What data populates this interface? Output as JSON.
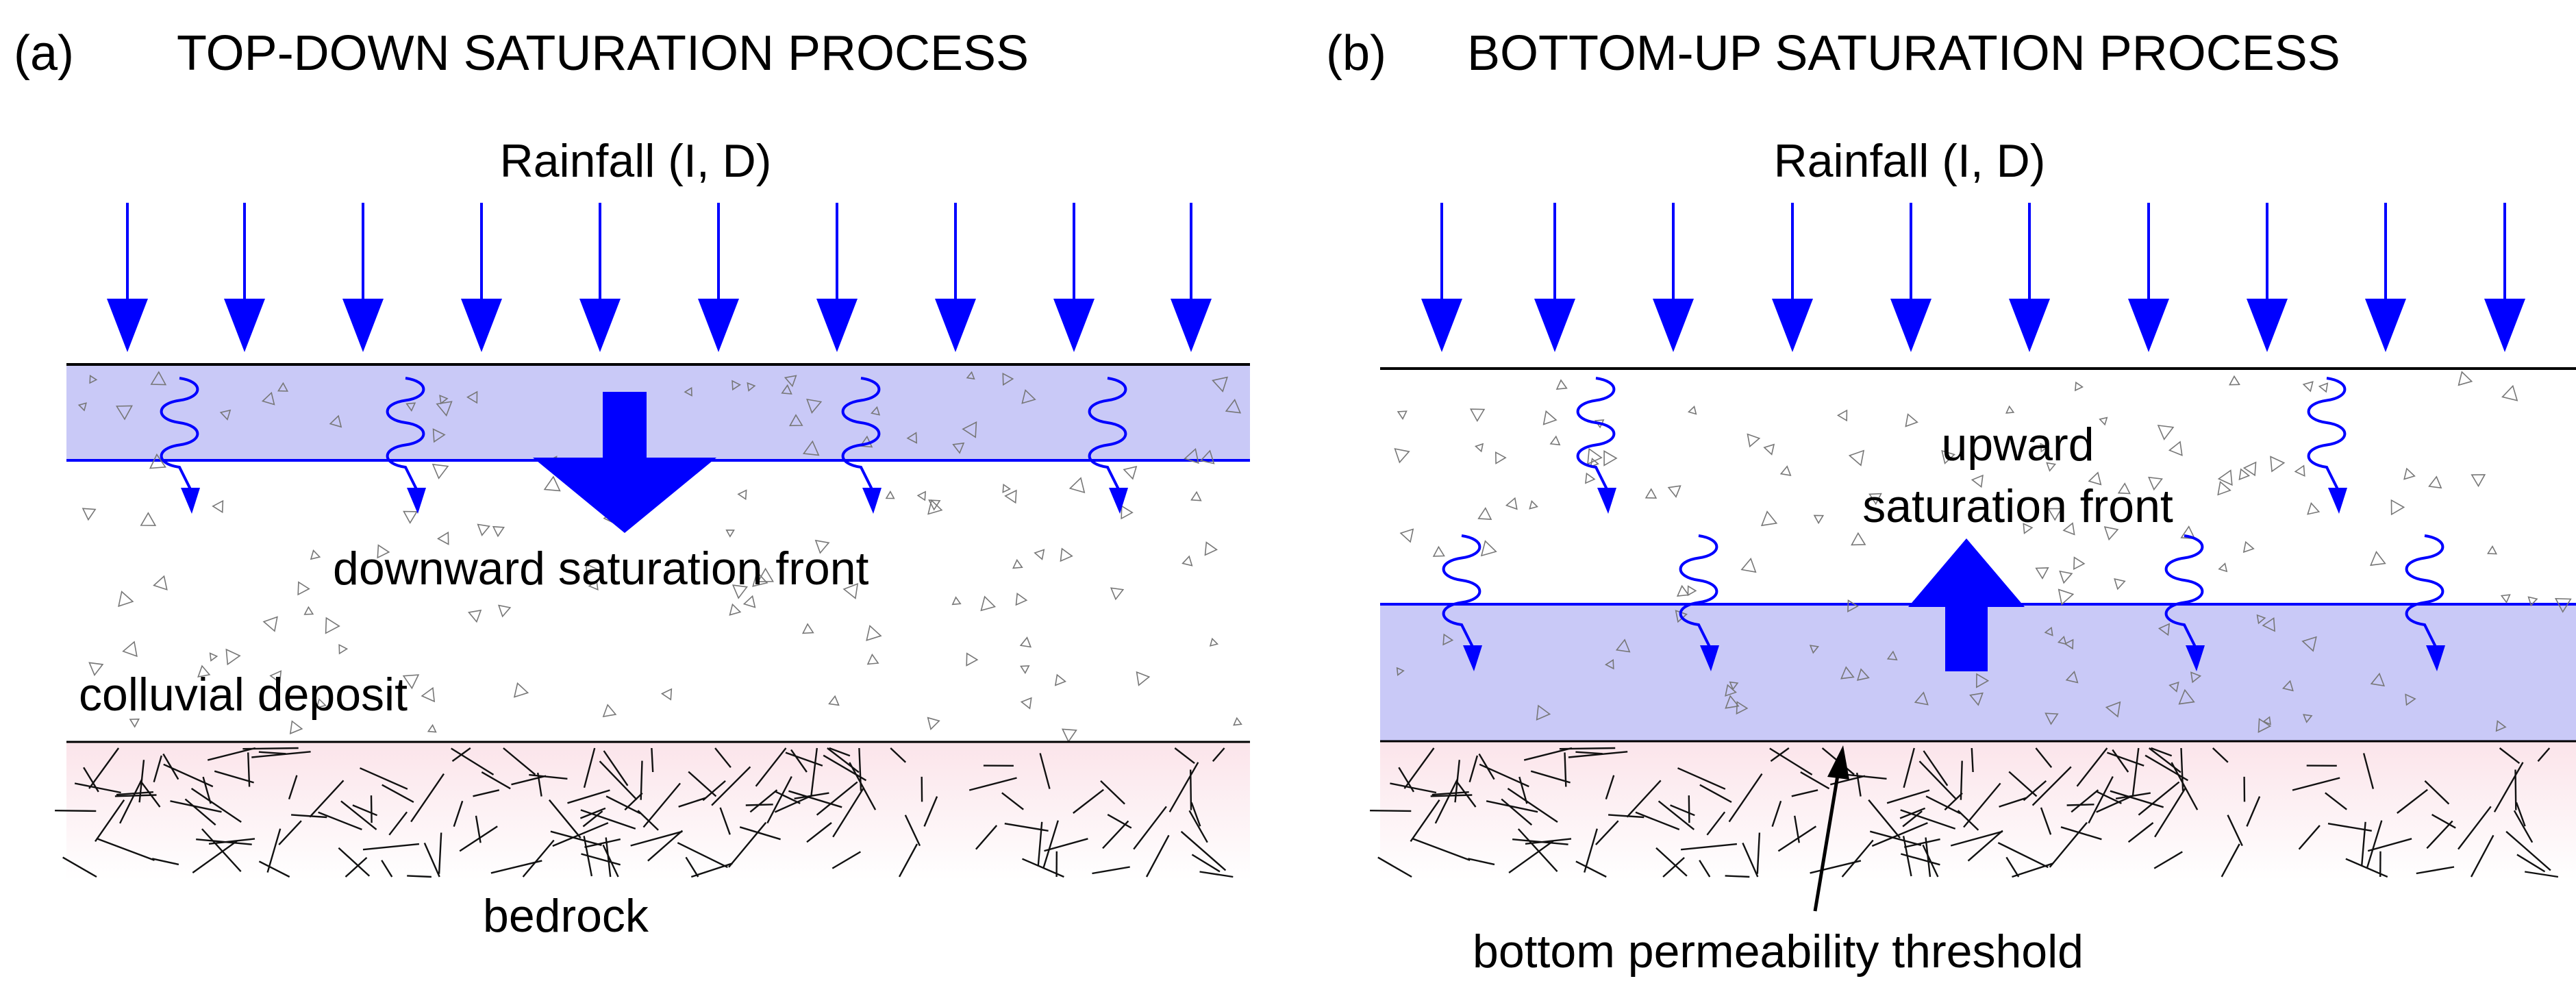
{
  "panels": {
    "a": {
      "tag": "(a)",
      "title": "TOP-DOWN SATURATION PROCESS",
      "rainfall": "Rainfall (I, D)",
      "front_label": "downward saturation front",
      "soil_label": "colluvial deposit",
      "rock_label": "bedrock"
    },
    "b": {
      "tag": "(b)",
      "title": "BOTTOM-UP SATURATION PROCESS",
      "rainfall": "Rainfall (I, D)",
      "front_label_1": "upward",
      "front_label_2": "saturation front",
      "threshold_label": "bottom permeability threshold"
    }
  },
  "colors": {
    "arrow": "#0000ff",
    "saturated_band": "#c9c9f7",
    "bedrock_top": "#fbe4ea",
    "bedrock_bottom": "#ffffff",
    "line": "#000000"
  },
  "icons": {
    "rain_arrow": "down-arrow",
    "percolation": "wavy-down-arrow",
    "front_arrow_a": "big-down-arrow",
    "front_arrow_b": "big-up-arrow",
    "soil_grain": "triangle",
    "rock_fracture": "line-segment"
  }
}
